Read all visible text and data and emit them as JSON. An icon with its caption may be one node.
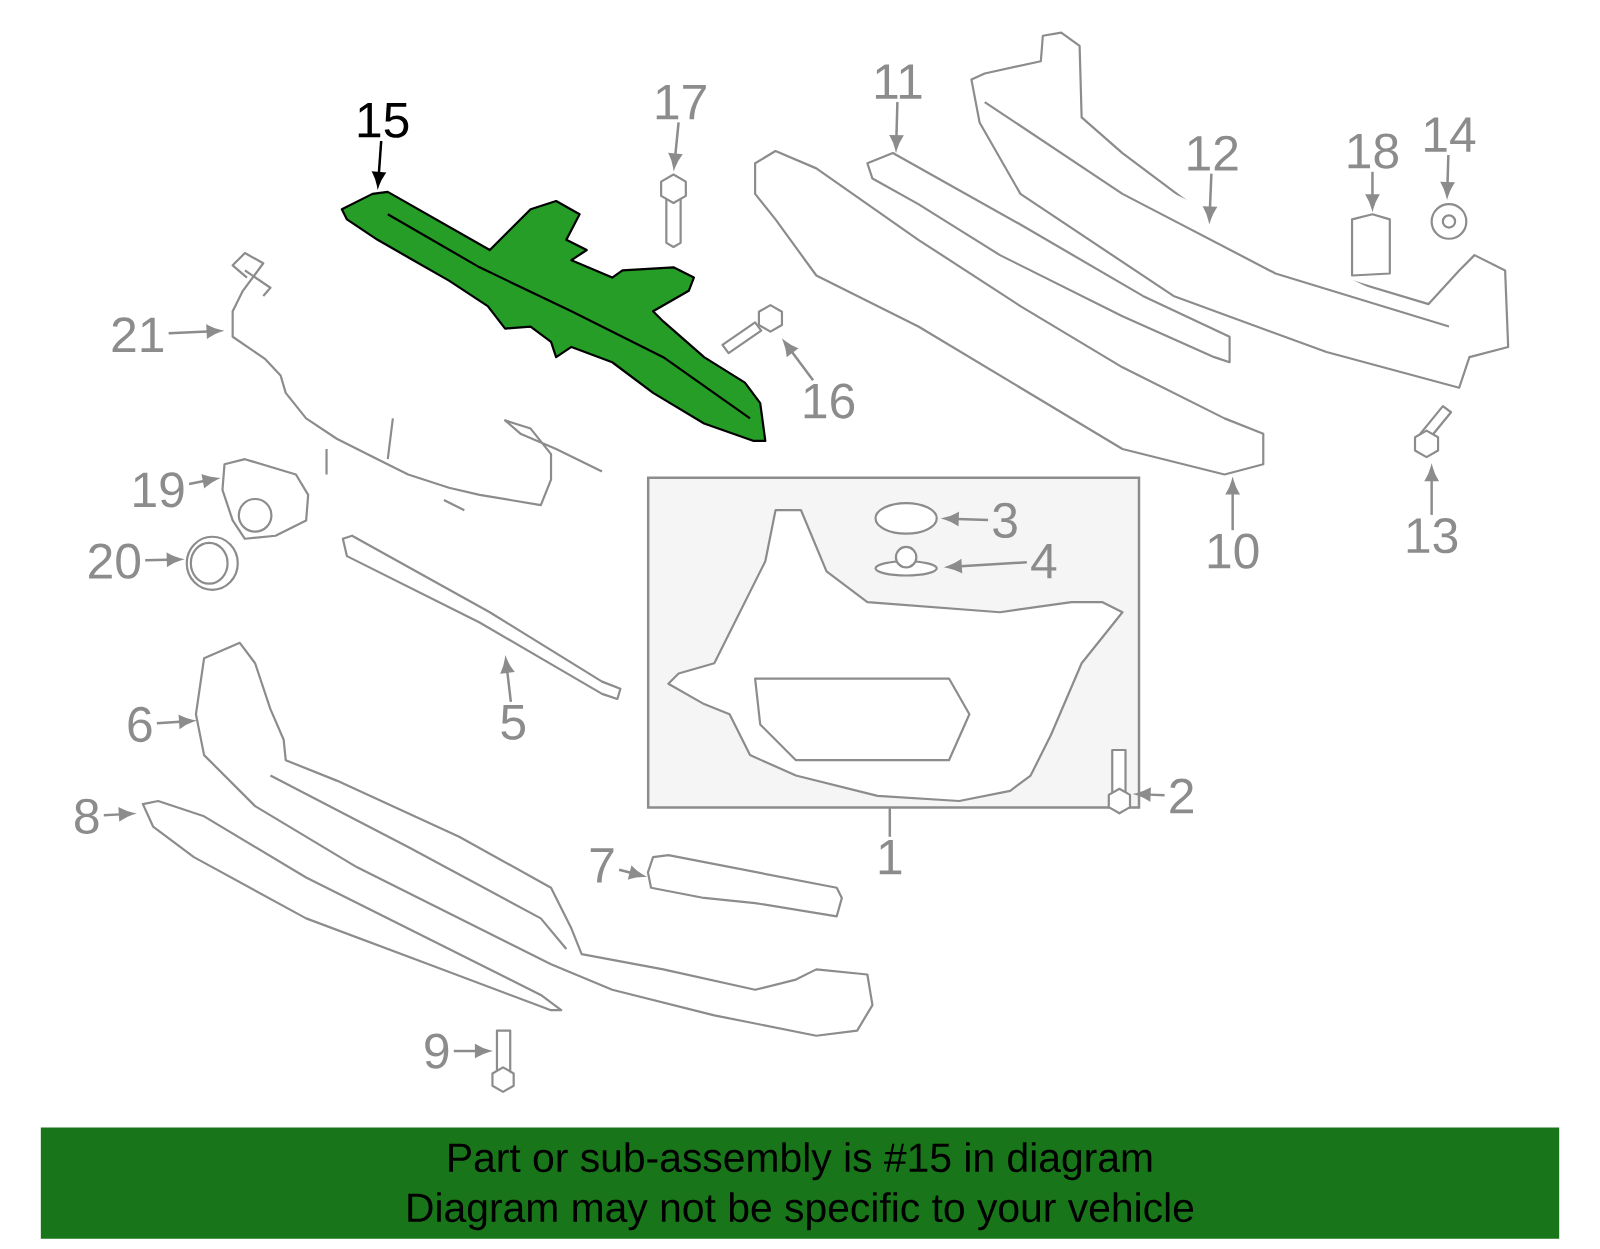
{
  "diagram": {
    "nodes": [
      {
        "text": [
          "15"
        ]
      },
      {
        "text": [],
        "shape": "picture"
      },
      {
        "text": [
          "17"
        ]
      },
      {
        "text": [],
        "shape": "picture"
      },
      {
        "text": [
          "11"
        ]
      },
      {
        "text": [],
        "shape": "picture"
      },
      {
        "text": [
          "12"
        ]
      },
      {
        "text": [],
        "shape": "picture"
      },
      {
        "text": [
          "18"
        ]
      },
      {
        "text": [],
        "shape": "box"
      },
      {
        "text": [
          "14"
        ]
      },
      {
        "text": [],
        "shape": "picture"
      },
      {
        "text": [
          "21"
        ]
      },
      {
        "text": [],
        "shape": "picture"
      },
      {
        "text": [
          "16"
        ]
      },
      {
        "text": [],
        "shape": "picture"
      },
      {
        "text": [
          "19"
        ]
      },
      {
        "text": [],
        "shape": "picture"
      },
      {
        "text": [
          "20"
        ]
      },
      {
        "text": [],
        "shape": "picture"
      },
      {
        "text": [],
        "shape": "box"
      },
      {
        "text": [],
        "shape": "picture",
        "in": 20
      },
      {
        "text": [
          "3"
        ],
        "in": 20
      },
      {
        "text": [],
        "shape": "circle",
        "in": 20
      },
      {
        "text": [
          "4"
        ],
        "in": 20
      },
      {
        "text": [],
        "shape": "picture",
        "in": 20
      },
      {
        "text": [
          "10"
        ]
      },
      {
        "text": [],
        "shape": "picture"
      },
      {
        "text": [
          "13"
        ]
      },
      {
        "text": [],
        "shape": "picture"
      },
      {
        "text": [
          "5"
        ]
      },
      {
        "text": [],
        "shape": "picture"
      },
      {
        "text": [
          "6"
        ]
      },
      {
        "text": [],
        "shape": "picture"
      },
      {
        "text": [
          "1"
        ]
      },
      {
        "text": [
          "2"
        ]
      },
      {
        "text": [],
        "shape": "picture"
      },
      {
        "text": [
          "7"
        ]
      },
      {
        "text": [],
        "shape": "picture"
      },
      {
        "text": [
          "8"
        ]
      },
      {
        "text": [],
        "shape": "picture"
      },
      {
        "text": [
          "9"
        ]
      },
      {
        "text": [],
        "shape": "picture"
      }
    ],
    "edges": [
      {
        "from": 0,
        "to": 1,
        "arrow": "to",
        "color": "#000000"
      },
      {
        "from": 2,
        "to": 3,
        "arrow": "to"
      },
      {
        "from": 4,
        "to": 5,
        "arrow": "to"
      },
      {
        "from": 6,
        "to": 7,
        "arrow": "to"
      },
      {
        "from": 8,
        "to": 9,
        "arrow": "to"
      },
      {
        "from": 10,
        "to": 11,
        "arrow": "to"
      },
      {
        "from": 12,
        "to": 13,
        "arrow": "to"
      },
      {
        "from": 14,
        "to": 15,
        "arrow": "to"
      },
      {
        "from": 16,
        "to": 17,
        "arrow": "to"
      },
      {
        "from": 18,
        "to": 19,
        "arrow": "to"
      },
      {
        "from": 22,
        "to": 23,
        "arrow": "to"
      },
      {
        "from": 24,
        "to": 25,
        "arrow": "to"
      },
      {
        "from": 26,
        "to": 27,
        "arrow": "to"
      },
      {
        "from": 28,
        "to": 29,
        "arrow": "to"
      },
      {
        "from": 30,
        "to": 31,
        "arrow": "to"
      },
      {
        "from": 32,
        "to": 33,
        "arrow": "to"
      },
      {
        "from": 34,
        "to": 20,
        "arrow": "none"
      },
      {
        "from": 35,
        "to": 36,
        "arrow": "to"
      },
      {
        "from": 37,
        "to": 38,
        "arrow": "to"
      },
      {
        "from": 39,
        "to": 40,
        "arrow": "to"
      },
      {
        "from": 41,
        "to": 42,
        "arrow": "to"
      }
    ],
    "labels": [
      "Part or sub-assembly is #15 in diagram",
      "Diagram may not be specific to your vehicle"
    ]
  }
}
